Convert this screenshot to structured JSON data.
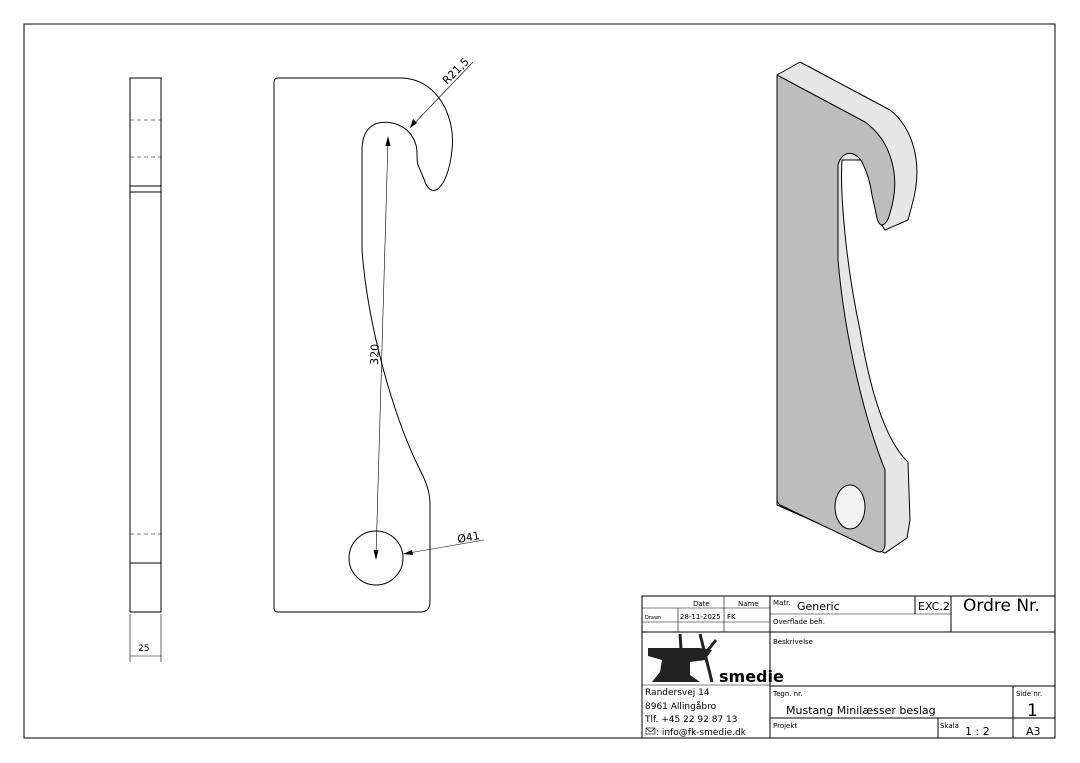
{
  "dimensions": {
    "thickness": "25",
    "radius": "R21,5",
    "length": "320",
    "hole_diameter": "Ø41"
  },
  "title_block": {
    "date_header": "Date",
    "name_header": "Name",
    "drawn_label": "Drawn",
    "drawn_date": "28-11-2025",
    "drawn_name": "FK",
    "material_label": "Matr.",
    "material_value": "Generic",
    "exc": "EXC.2",
    "order_label": "Ordre Nr.",
    "surface_label": "Overflade beh.",
    "description_label": "Beskrivelse",
    "logo_text": "smedie",
    "address_line1": "Randersvej 14",
    "address_line2": "8961 Allingåbro",
    "phone": "Tlf. +45 22 92 87 13",
    "email": ": info@fk-smedie.dk",
    "drawing_no_label": "Tegn. nr.",
    "drawing_title": "Mustang Minilæsser beslag",
    "page_label": "Side nr.",
    "page_value": "1",
    "project_label": "Projekt",
    "scale_label": "Skala",
    "scale_value": "1 : 2",
    "paper_size": "A3"
  },
  "colors": {
    "logo_red": "#c8102e",
    "face": "#bdbdbd",
    "edge": "#e6e6e6"
  }
}
